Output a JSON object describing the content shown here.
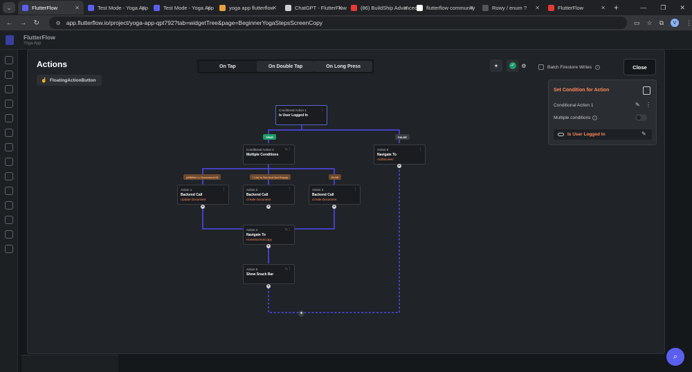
{
  "browser": {
    "tabs": [
      {
        "title": "FlutterFlow",
        "active": true,
        "color": "#5b5ff0"
      },
      {
        "title": "Test Mode - Yoga App",
        "active": false,
        "color": "#5b5ff0"
      },
      {
        "title": "Test Mode - Yoga App",
        "active": false,
        "color": "#5b5ff0"
      },
      {
        "title": "yoga app flutterflow",
        "active": false,
        "color": "#e8a33c"
      },
      {
        "title": "ChatGPT - FlutterFlow",
        "active": false,
        "color": "#d0d0d0"
      },
      {
        "title": "(86) BuildShip Advanced",
        "active": false,
        "color": "#e53935"
      },
      {
        "title": "flutterflow community",
        "active": false,
        "color": "#ffffff"
      },
      {
        "title": "Rowy / enum ?",
        "active": false,
        "color": "#555555"
      },
      {
        "title": "FlutterFlow",
        "active": false,
        "color": "#e53935"
      }
    ],
    "url": "app.flutterflow.io/project/yoga-app-qpt792?tab=widgetTree&page=BeginnerYogaStepsScreenCopy",
    "profile_initial": "V"
  },
  "app": {
    "brand": "FlutterFlow",
    "project": "Yoga App"
  },
  "modal": {
    "title": "Actions",
    "trigger_widget": "FloatingActionButton",
    "triggers": [
      "On Tap",
      "On Double Tap",
      "On Long Press"
    ],
    "batch_label": "Batch Firestore Writes",
    "close_label": "Close"
  },
  "condition_panel": {
    "title": "Set Condition for Action",
    "action_name": "Conditional Action 1",
    "multiple_label": "Multiple conditions",
    "condition": "Is User Logged In"
  },
  "graph": {
    "root": {
      "label": "Conditional Action 1",
      "title": "Is User Logged In"
    },
    "true_pill": "TRUE",
    "false_pill": "FALSE",
    "cond2": {
      "label": "Conditional Action 2",
      "title": "Multiple Conditions"
    },
    "branch_pills": [
      "yWMHd == Document ID",
      "! List Is Set And Not Empty",
      "ELSE"
    ],
    "action1": {
      "label": "Action 1",
      "title": "Backend Call",
      "sub": "Update Document"
    },
    "action2": {
      "label": "Action 2",
      "title": "Backend Call",
      "sub": "Create Document"
    },
    "action3": {
      "label": "Action 3",
      "title": "Backend Call",
      "sub": "Create Document"
    },
    "action4": {
      "label": "Action 4",
      "title": "Navigate To",
      "sub": "HomeScreenCopy"
    },
    "action5": {
      "label": "Action 5",
      "title": "Show Snack Bar",
      "sub": ""
    },
    "action6": {
      "label": "Action 6",
      "title": "Navigate To",
      "sub": "AuthScreen"
    }
  },
  "colors": {
    "accent": "#5b5ff0",
    "orange": "#ff8a5b",
    "true_green": "#1c9e6a"
  }
}
